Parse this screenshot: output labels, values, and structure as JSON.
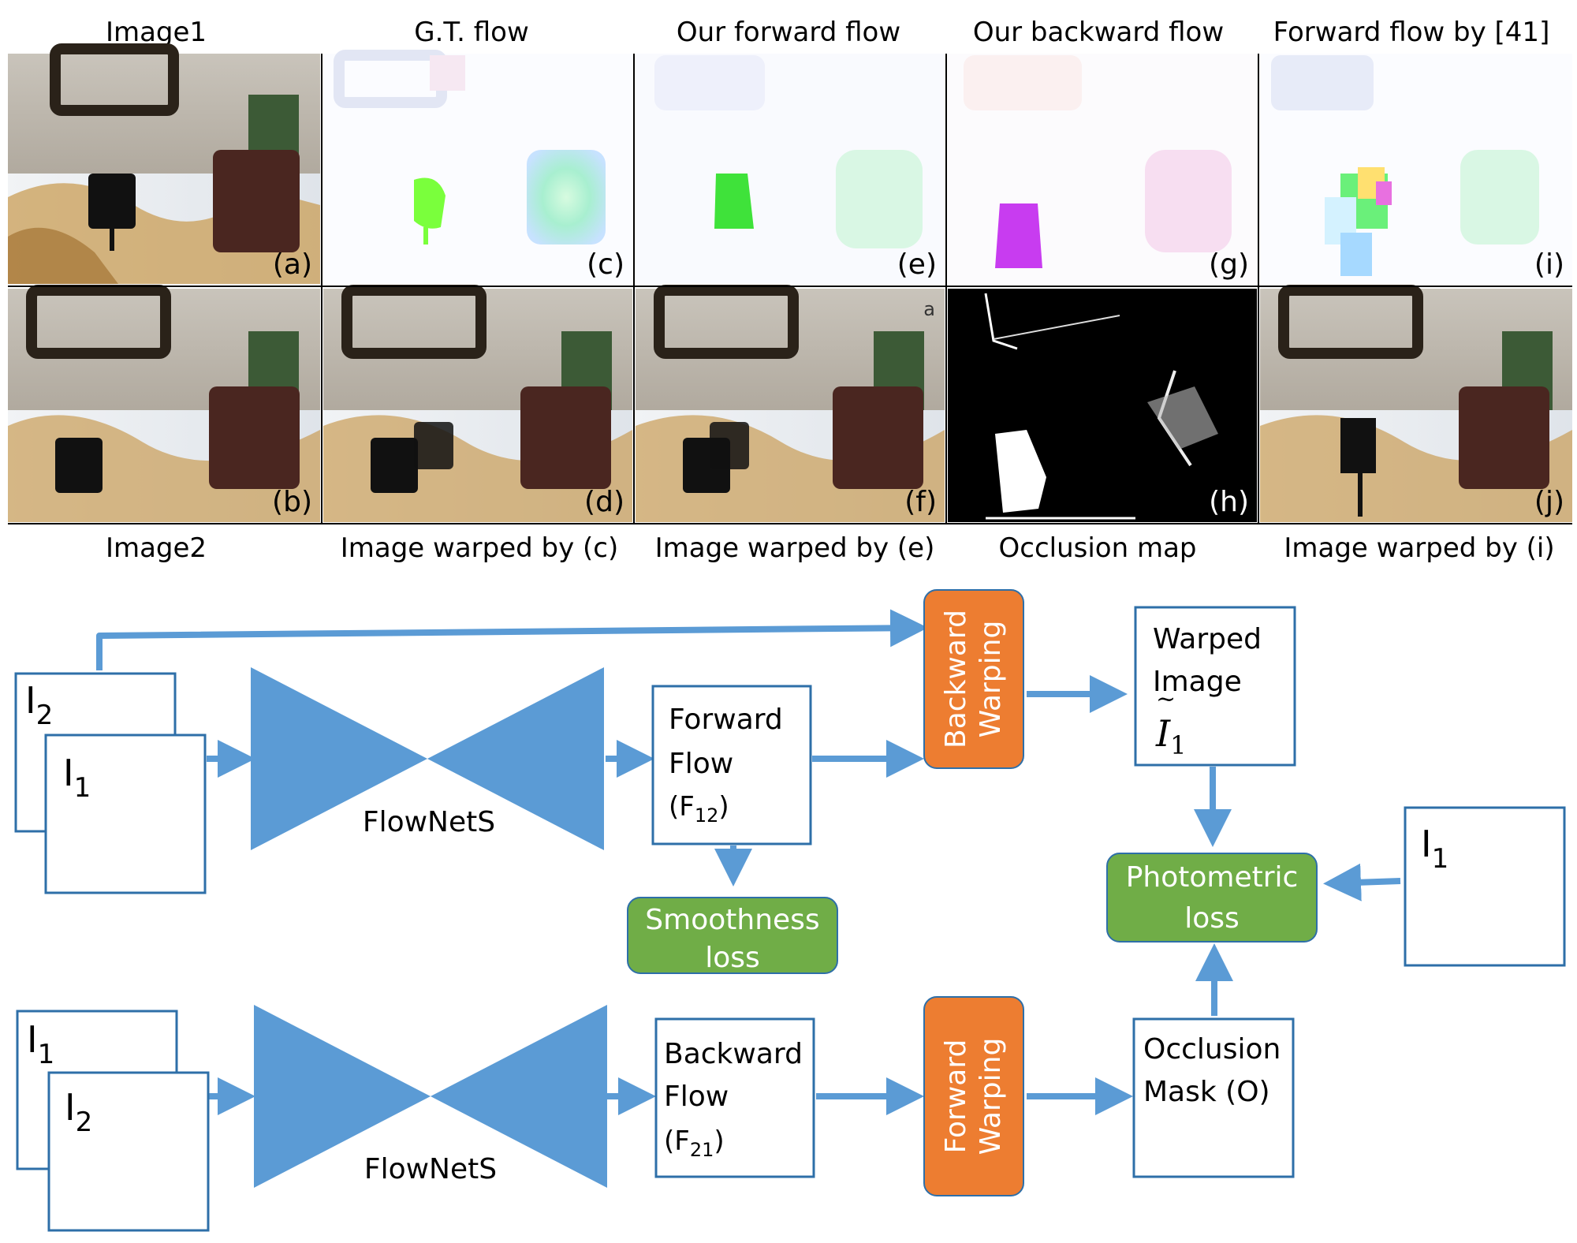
{
  "figure": {
    "top_captions": [
      "Image1",
      "G.T. flow",
      "Our forward flow",
      "Our backward flow",
      "Forward flow by [41]"
    ],
    "bottom_captions": [
      "Image2",
      "Image warped by (c)",
      "Image warped by (e)",
      "Occlusion map",
      "Image warped by (i)"
    ],
    "panel_letters": [
      "(a)",
      "(b)",
      "(c)",
      "(d)",
      "(e)",
      "(f)",
      "(g)",
      "(h)",
      "(i)",
      "(j)"
    ],
    "corner_mark_f": "a"
  },
  "diagram": {
    "upper": {
      "back_frame_main": "I",
      "back_frame_sub": "2",
      "front_frame_main": "I",
      "front_frame_sub": "1",
      "network_label": "FlowNetS",
      "flow_box_lines": [
        "Forward",
        "Flow"
      ],
      "flow_box_sym_open": "(F",
      "flow_box_sym_sub": "12",
      "flow_box_sym_close": ")",
      "warp_line1": "Backward",
      "warp_line2": "Warping",
      "smooth_line1": "Smoothness",
      "smooth_line2": "loss",
      "warped_line1": "Warped",
      "warped_line2": "Image",
      "warped_sym_main": "I",
      "warped_sym_sub": "1",
      "warped_sym_tilde": "~"
    },
    "lower": {
      "back_frame_main": "I",
      "back_frame_sub": "1",
      "front_frame_main": "I",
      "front_frame_sub": "2",
      "network_label": "FlowNetS",
      "flow_box_lines": [
        "Backward",
        "Flow"
      ],
      "flow_box_sym_open": "(F",
      "flow_box_sym_sub": "21",
      "flow_box_sym_close": ")",
      "warp_line1": "Forward",
      "warp_line2": "Warping",
      "occ_line1": "Occlusion",
      "occ_line2": "Mask (O)"
    },
    "photometric_line1": "Photometric",
    "photometric_line2": "loss",
    "right_frame_main": "I",
    "right_frame_sub": "1"
  },
  "colors": {
    "arrow": "#5b9bd5",
    "network": "#5b9bd5",
    "warp": "#ed7d31",
    "loss": "#70ad47",
    "box_border": "#2e6fa8"
  }
}
